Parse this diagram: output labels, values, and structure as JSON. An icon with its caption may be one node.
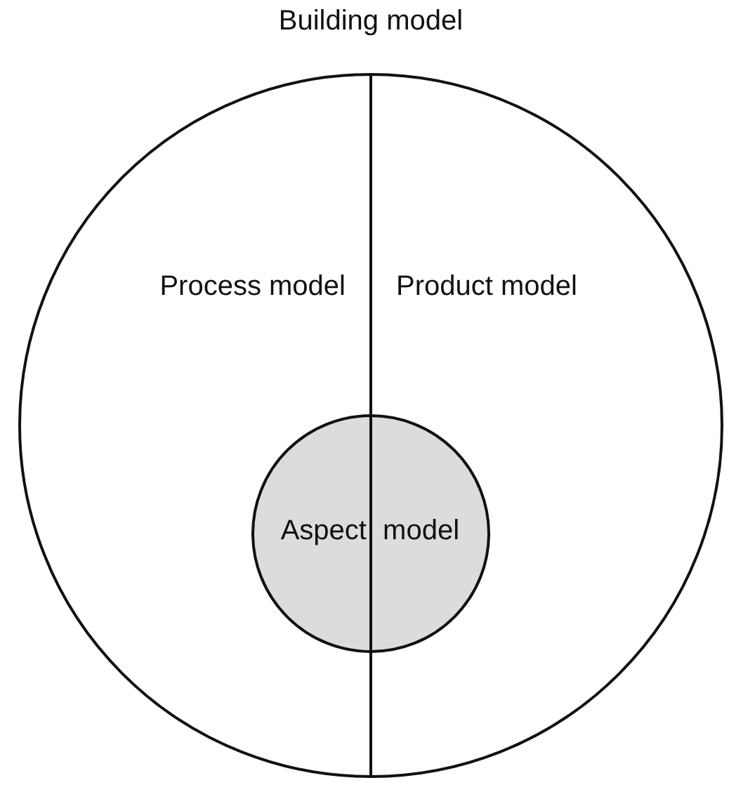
{
  "diagram": {
    "nodes": [
      {
        "text": [
          "Building model"
        ]
      },
      {
        "text": [
          "Process model"
        ],
        "in": 0
      },
      {
        "text": [
          "Product model"
        ],
        "in": 0
      },
      {
        "text": [
          "Aspect model"
        ],
        "in": 0
      }
    ]
  }
}
